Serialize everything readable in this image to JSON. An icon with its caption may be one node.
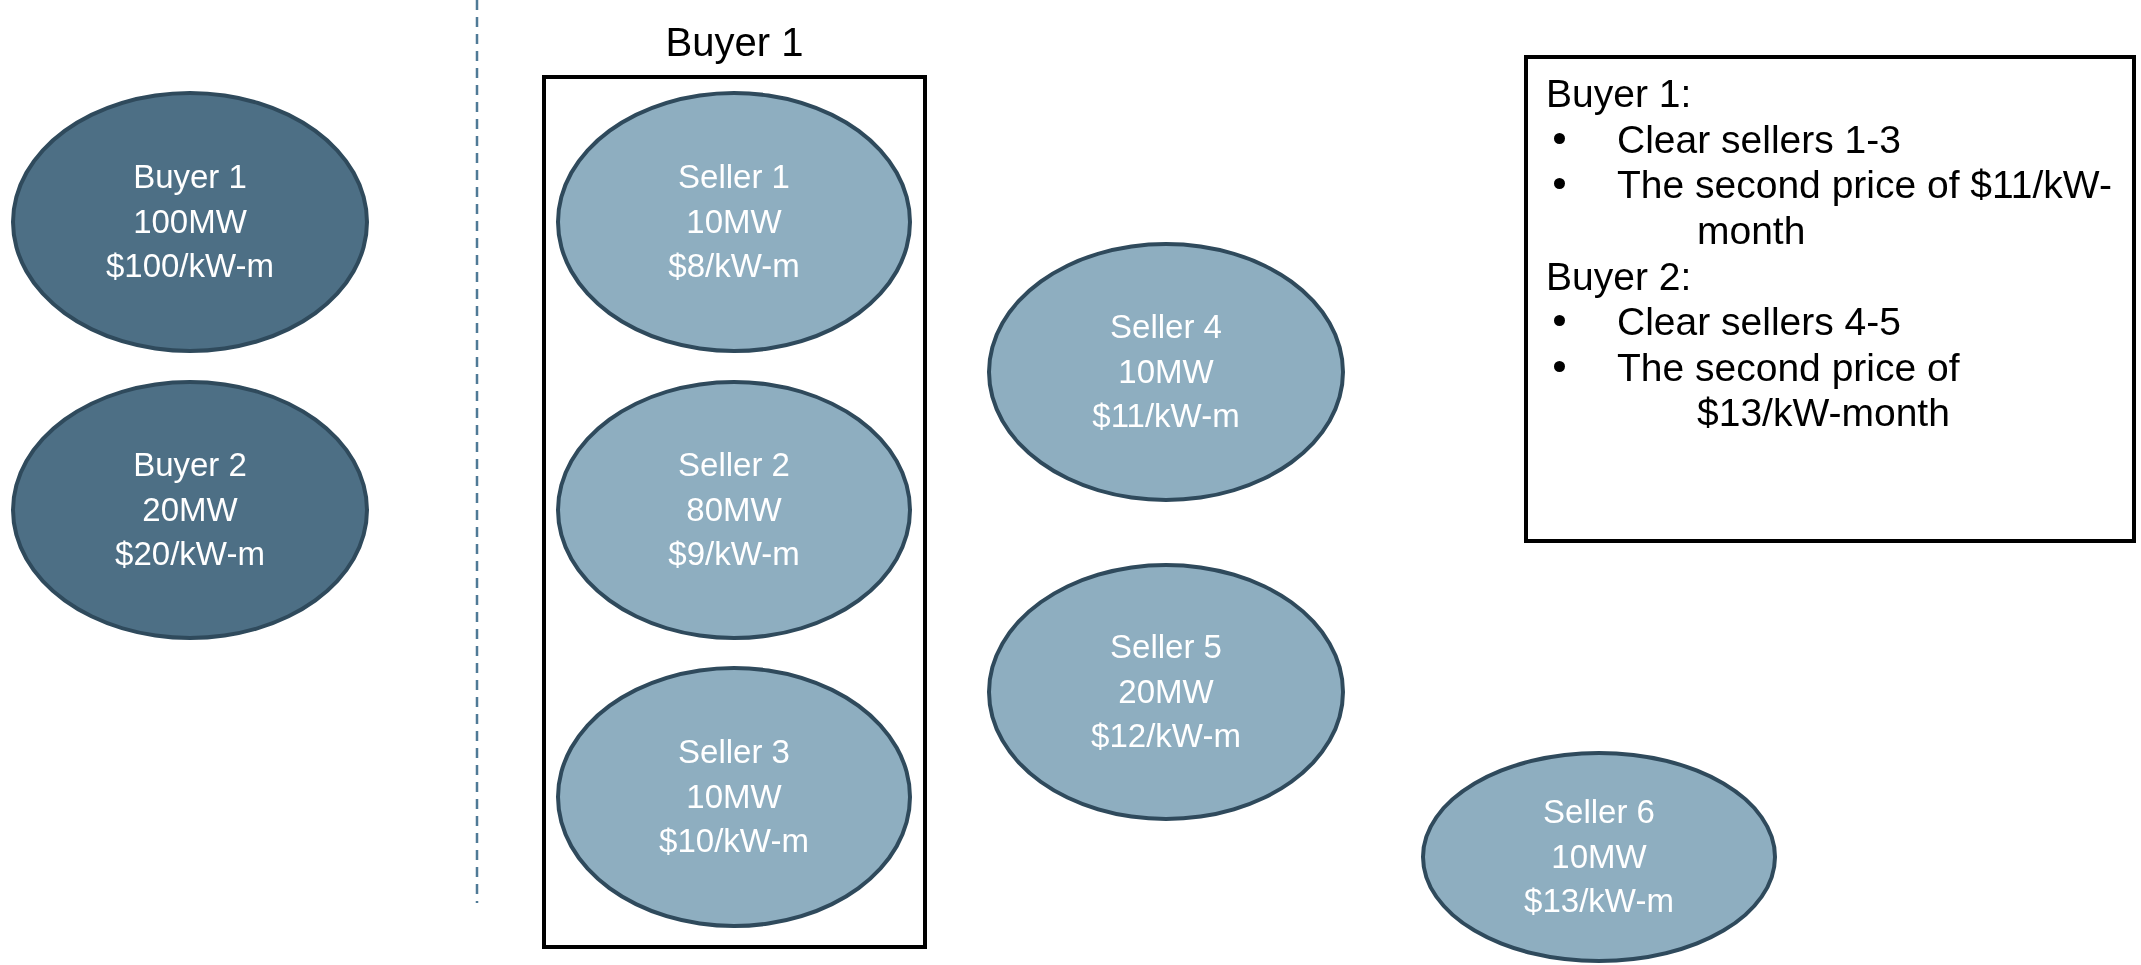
{
  "diagram": {
    "nodes": [
      {
        "text": [
          "Buyer 1",
          "100MW",
          "$100/kW-m"
        ]
      },
      {
        "text": [
          "Buyer 2",
          "20MW",
          "$20/kW-m"
        ]
      },
      {
        "text": [
          "Buyer 1"
        ]
      },
      {
        "text": [
          "Seller 1",
          "10MW",
          "$8/kW-m"
        ],
        "in": 2
      },
      {
        "text": [
          "Seller 2",
          "80MW",
          "$9/kW-m"
        ],
        "in": 2
      },
      {
        "text": [
          "Seller 3",
          "10MW",
          "$10/kW-m"
        ],
        "in": 2
      },
      {
        "text": [
          "Seller 4",
          "10MW",
          "$11/kW-m"
        ]
      },
      {
        "text": [
          "Seller 5",
          "20MW",
          "$12/kW-m"
        ]
      },
      {
        "text": [
          "Seller 6",
          "10MW",
          "$13/kW-m"
        ]
      },
      {
        "text": [
          "Buyer 1:",
          "Clear sellers 1-3",
          "The second price of $11/kW-month",
          "Buyer 2:",
          "Clear sellers 4-5",
          "The second price of $13/kW-month"
        ]
      }
    ]
  }
}
